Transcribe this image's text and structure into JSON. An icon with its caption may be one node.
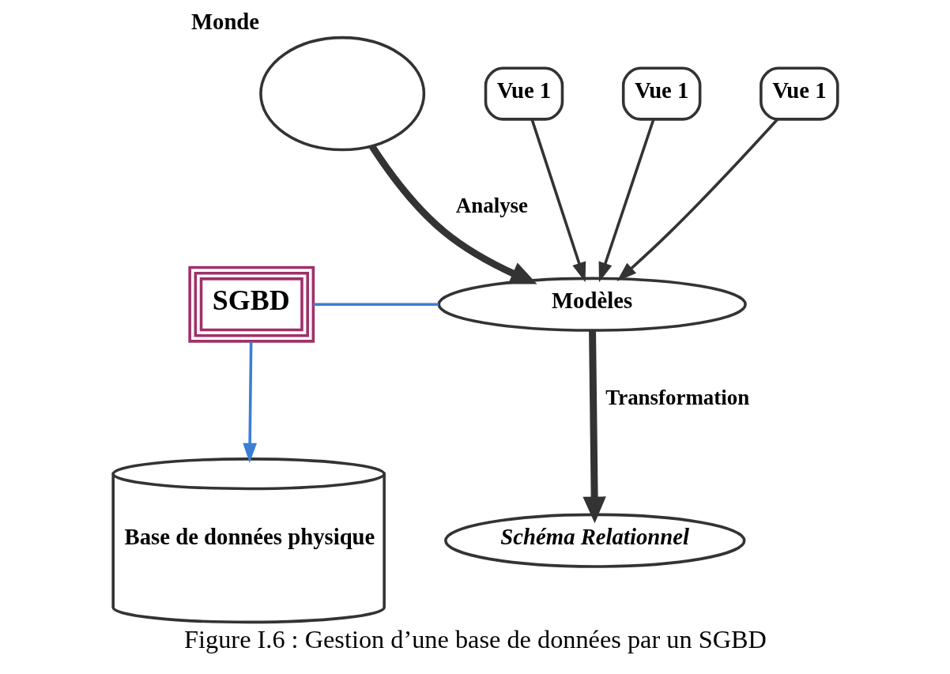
{
  "diagram": {
    "caption": "Figure I.6 : Gestion d’une base de données par un SGBD",
    "nodes": [
      {
        "text": [],
        "shape": "circle",
        "beside": [
          "Monde"
        ]
      },
      {
        "text": [
          "Vue 1"
        ]
      },
      {
        "text": [
          "Vue 1"
        ]
      },
      {
        "text": [
          "Vue 1"
        ]
      },
      {
        "text": [
          "Modèles"
        ]
      },
      {
        "text": [
          "Schéma Relationnel"
        ]
      },
      {
        "text": [
          "SGBD"
        ]
      },
      {
        "text": [
          "Base de données physique"
        ]
      }
    ],
    "edges": [
      {
        "from": 0,
        "to": 4,
        "arrow": "to",
        "label": "Analyse",
        "style": "thick"
      },
      {
        "from": 1,
        "to": 4,
        "arrow": "to"
      },
      {
        "from": 2,
        "to": 4,
        "arrow": "to"
      },
      {
        "from": 3,
        "to": 4,
        "arrow": "to"
      },
      {
        "from": 4,
        "to": 5,
        "arrow": "to",
        "label": "Transformation",
        "style": "thick"
      },
      {
        "from": 6,
        "to": 4,
        "arrow": "none",
        "color": "#3a7fd5"
      },
      {
        "from": 6,
        "to": 7,
        "arrow": "to",
        "color": "#3a7fd5"
      }
    ]
  }
}
